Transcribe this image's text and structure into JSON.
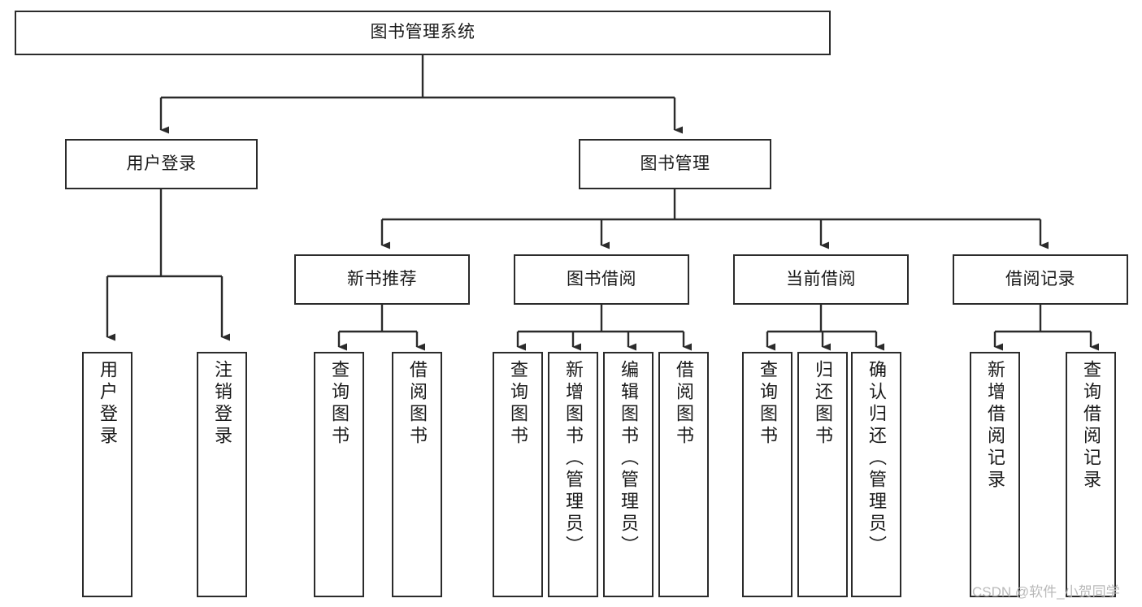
{
  "diagram": {
    "type": "hierarchy-tree",
    "title": "图书管理系统",
    "watermark": "CSDN @软件_小贺同学",
    "colors": {
      "stroke": "#2b2b2b",
      "fill": "#ffffff",
      "text": "#1a1a1a",
      "watermark": "#b9b9b9"
    },
    "levels": {
      "root": {
        "label": "图书管理系统"
      },
      "level2": [
        {
          "label": "用户登录"
        },
        {
          "label": "图书管理"
        }
      ],
      "level3": [
        {
          "label": "新书推荐"
        },
        {
          "label": "图书借阅"
        },
        {
          "label": "当前借阅"
        },
        {
          "label": "借阅记录"
        }
      ],
      "leaves": {
        "user_login": [
          {
            "label": "用户登录"
          },
          {
            "label": "注销登录"
          }
        ],
        "new_book_recommend": [
          {
            "label": "查询图书"
          },
          {
            "label": "借阅图书"
          }
        ],
        "book_borrow": [
          {
            "label": "查询图书"
          },
          {
            "label": "新增图书（管理员）"
          },
          {
            "label": "编辑图书（管理员）"
          },
          {
            "label": "借阅图书"
          }
        ],
        "current_borrow": [
          {
            "label": "查询图书"
          },
          {
            "label": "归还图书"
          },
          {
            "label": "确认归还（管理员）"
          }
        ],
        "borrow_record": [
          {
            "label": "新增借阅记录"
          },
          {
            "label": "查询借阅记录"
          }
        ]
      }
    }
  }
}
